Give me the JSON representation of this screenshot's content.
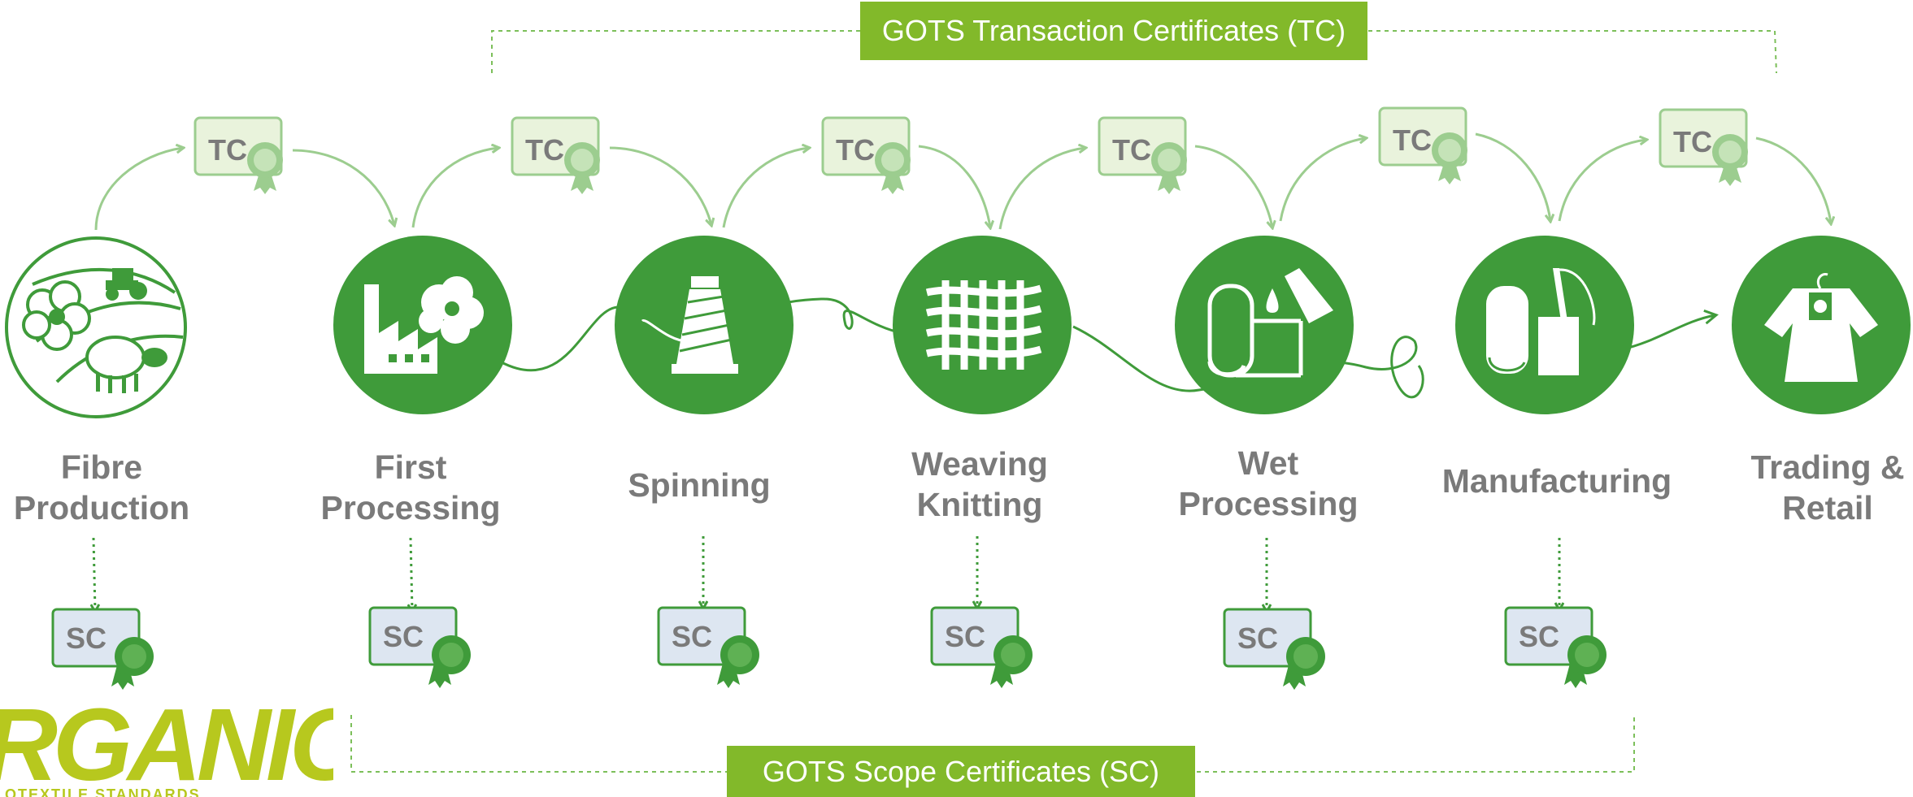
{
  "banners": {
    "tc": "GOTS Transaction Certificates (TC)",
    "sc": "GOTS Scope Certificates (SC)"
  },
  "cert_labels": {
    "tc": "TC",
    "sc": "SC"
  },
  "stages": [
    {
      "line1": "Fibre",
      "line2": "Production",
      "icon": "farm-icon"
    },
    {
      "line1": "First",
      "line2": "Processing",
      "icon": "factory-icon"
    },
    {
      "line1": "Spinning",
      "line2": "",
      "icon": "yarn-spool-icon"
    },
    {
      "line1": "Weaving",
      "line2": "Knitting",
      "icon": "woven-fabric-icon"
    },
    {
      "line1": "Wet",
      "line2": "Processing",
      "icon": "dyeing-icon"
    },
    {
      "line1": "Manufacturing",
      "line2": "",
      "icon": "sewing-icon"
    },
    {
      "line1": "Trading &",
      "line2": "Retail",
      "icon": "garment-tag-icon"
    }
  ],
  "logo": {
    "word": "RGANIC",
    "sub": "OTEXTILE STANDARDS"
  },
  "colors": {
    "stage_green": "#3f9b3a",
    "light_green": "#9ccd8f",
    "cert_green_fill": "#e9f3dc",
    "cert_blue_fill": "#dde6f1",
    "banner": "#82b92a",
    "label_gray": "#7a7a7a",
    "logo_yellow": "#b7c81e"
  }
}
